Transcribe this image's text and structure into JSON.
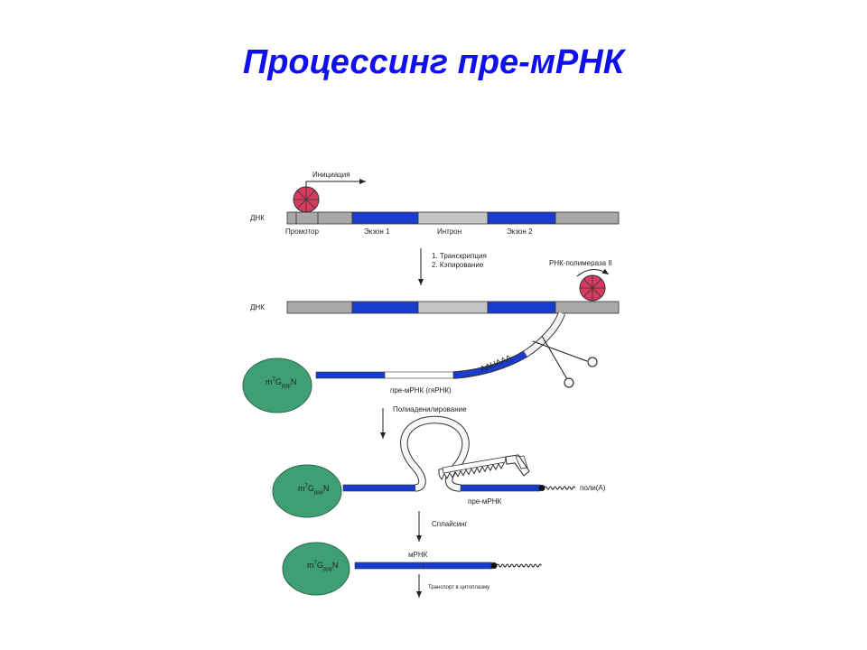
{
  "slide": {
    "title": "Процессинг пре-мРНК",
    "title_color": "#1010ee"
  },
  "colors": {
    "exon": "#1a3ccc",
    "intron": "#c4c4c4",
    "flank": "#a8a8a8",
    "polymerase": "#d63c5e",
    "cap": "#3f9f74",
    "outline": "#333333"
  },
  "labels": {
    "initiation": "Инициация",
    "dna_1": "ДНК",
    "dna_2": "ДНК",
    "promoter": "Промотор",
    "exon1": "Экзон 1",
    "intron": "Интрон",
    "exon2": "Экзон 2",
    "step_transcription": "1. Транскрипция",
    "step_capping": "2. Кэпирование",
    "rna_polymerase": "РНК-полимераза II",
    "signal": "AAUAAA",
    "pre_mrna_hnrna": "пре-мРНК (гяРНК)",
    "polyadenylation": "Полиаденилирование",
    "poly_a": "поли(А)",
    "pre_mrna": "пре-мРНК",
    "splicing": "Сплайсинг",
    "mrna": "мРНК",
    "transport": "Транспорт в цитоплазму",
    "cap_m": "m",
    "cap_7": "7",
    "cap_g": "G",
    "cap_ppp": "ppp",
    "cap_n": "N"
  }
}
